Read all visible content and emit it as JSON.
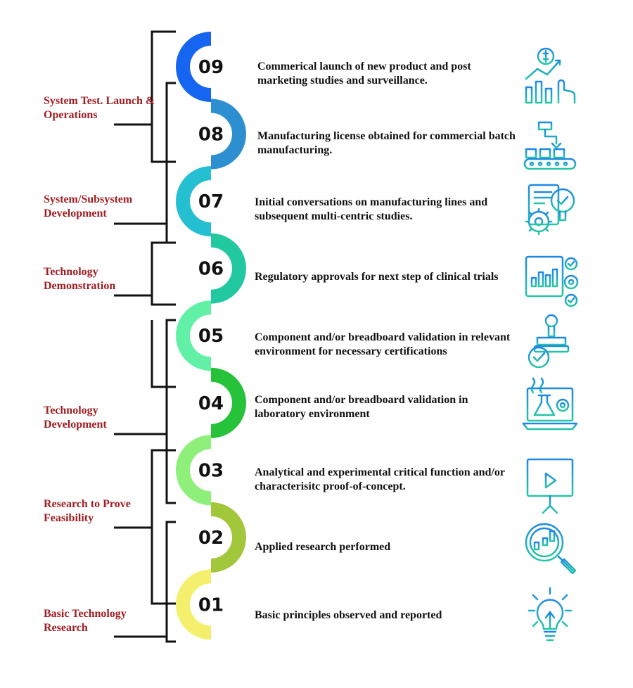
{
  "stages": [
    {
      "label": "System Test. Launch & Operations"
    },
    {
      "label": "System/Subsystem Development"
    },
    {
      "label": "Technology Demonstration"
    },
    {
      "label": "Technology Development"
    },
    {
      "label": "Research to Prove Feasibility"
    },
    {
      "label": "Basic Technology Research"
    }
  ],
  "steps": [
    {
      "number": "09",
      "description": "Commerical launch of new product and post marketing studies and surveillance.",
      "color": "#1565f0",
      "icon": "sales-growth-icon"
    },
    {
      "number": "08",
      "description": "Manufacturing license obtained for commercial batch manufacturing.",
      "color": "#2e8fd0",
      "icon": "conveyor-robot-icon"
    },
    {
      "number": "07",
      "description": "Initial conversations on manufacturing lines and subsequent multi-centric studies.",
      "color": "#24bfd0",
      "icon": "document-gear-icon"
    },
    {
      "number": "06",
      "description": "Regulatory approvals for next step of clinical trials",
      "color": "#22c9a0",
      "icon": "dashboard-approval-icon"
    },
    {
      "number": "05",
      "description": "Component and/or breadboard validation in relevant environment for necessary certifications",
      "color": "#62f0a6",
      "icon": "stamp-check-icon"
    },
    {
      "number": "04",
      "description": "Component and/or breadboard validation in laboratory environment",
      "color": "#25c23a",
      "icon": "lab-laptop-icon"
    },
    {
      "number": "03",
      "description": "Analytical and experimental critical function and/or characterisitc proof-of-concept.",
      "color": "#8ef07a",
      "icon": "presentation-icon"
    },
    {
      "number": "02",
      "description": "Applied research performed",
      "color": "#a2c73a",
      "icon": "magnifier-chart-icon"
    },
    {
      "number": "01",
      "description": "Basic principles observed and reported",
      "color": "#f4f06e",
      "icon": "lightbulb-icon"
    }
  ]
}
